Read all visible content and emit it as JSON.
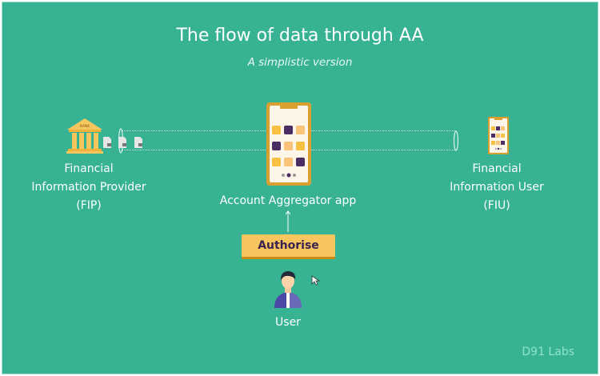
{
  "title": "The flow of data through AA",
  "subtitle": "A simplistic version",
  "fip": {
    "line1": "Financial",
    "line2": "Information Provider",
    "line3": "(FIP)",
    "bank_sign": "BANK"
  },
  "aa": {
    "label": "Account Aggregator app"
  },
  "fiu": {
    "line1": "Financial",
    "line2": "Information User",
    "line3": "(FIU)"
  },
  "authorise_label": "Authorise",
  "user_label": "User",
  "brand": "D91 Labs",
  "colors": {
    "background": "#37b394",
    "yellow": "#f7c55d",
    "purple": "#4b2d63",
    "phone": "#d9a030"
  }
}
